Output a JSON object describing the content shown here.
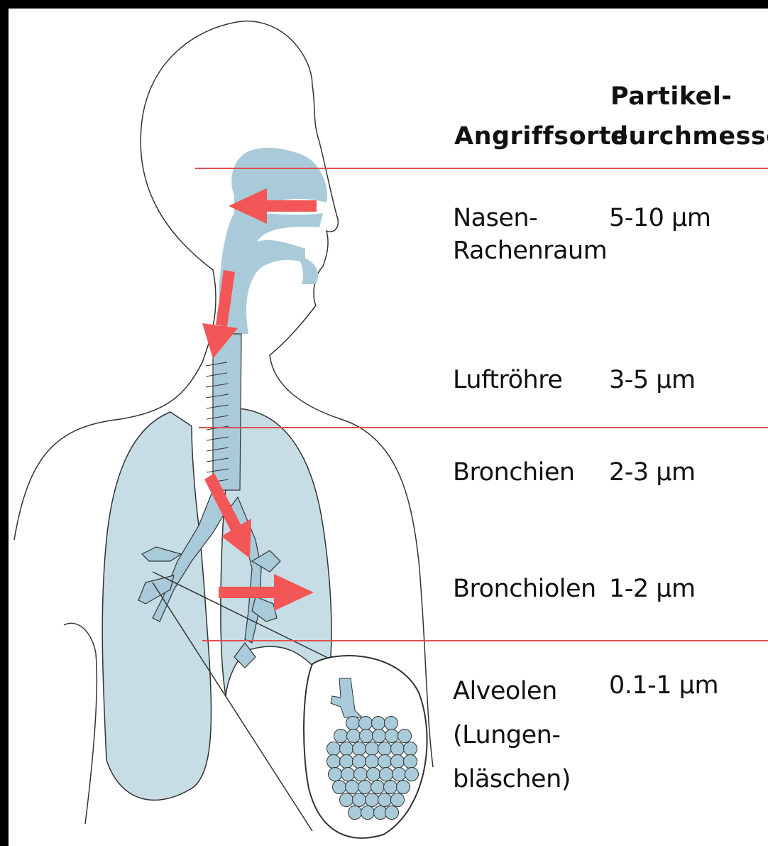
{
  "table": {
    "header_site": "Angriffsorte",
    "header_size": "Partikel-\ndurchmesser",
    "rows": [
      {
        "site": "Nasen-\nRachenraum",
        "size": "5-10 μm"
      },
      {
        "site": "Luftröhre",
        "size": "3-5 μm"
      },
      {
        "site": "Bronchien",
        "size": "2-3 μm"
      },
      {
        "site": "Bronchiolen",
        "size": "1-2 μm"
      },
      {
        "site": "Alveolen\n(Lungen-\nbläschen)",
        "size": "0.1-1 μm"
      }
    ]
  },
  "colors": {
    "arrow": "#f25656",
    "airway": "#a9cbd9",
    "lung": "#c6dde6",
    "divider": "#e05050",
    "outline": "#222222"
  }
}
